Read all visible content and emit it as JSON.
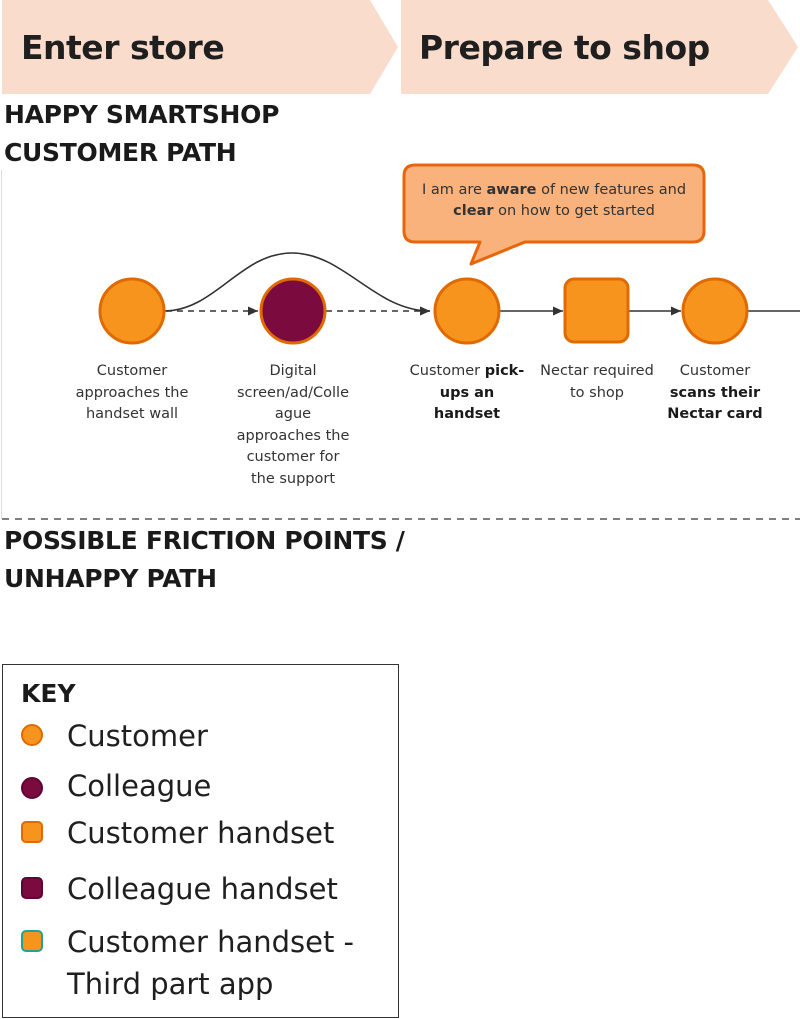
{
  "stages": [
    {
      "label": "Enter store"
    },
    {
      "label": "Prepare to shop"
    }
  ],
  "headings": {
    "happy_path": [
      "HAPPY SMARTSHOP",
      "CUSTOMER PATH"
    ],
    "unhappy_path": [
      "POSSIBLE FRICTION POINTS /",
      "UNHAPPY PATH"
    ]
  },
  "bubble": {
    "line1": {
      "pre": "I am are ",
      "bold": "aware",
      "post": " of new features and"
    },
    "line2": {
      "bold": "clear",
      "post": " on how to get started"
    }
  },
  "nodes": [
    {
      "id": "approach",
      "lines": [
        {
          "text": "Customer"
        },
        {
          "text": "approaches the"
        },
        {
          "text": "handset wall"
        }
      ]
    },
    {
      "id": "digital",
      "lines": [
        {
          "text": "Digital"
        },
        {
          "text": "screen/ad/Colle"
        },
        {
          "text": "ague"
        },
        {
          "text": "approaches the"
        },
        {
          "text": "customer for"
        },
        {
          "text": "the support"
        }
      ]
    },
    {
      "id": "pickup",
      "lines": [
        {
          "pre": "Customer ",
          "bold": "pick-"
        },
        {
          "bold": "ups an"
        },
        {
          "bold": "handset"
        }
      ]
    },
    {
      "id": "nectar",
      "lines": [
        {
          "text": "Nectar required"
        },
        {
          "text": "to shop"
        }
      ]
    },
    {
      "id": "scan",
      "lines": [
        {
          "text": "Customer"
        },
        {
          "bold": "scans their"
        },
        {
          "bold": "Nectar card"
        }
      ]
    }
  ],
  "key": {
    "title": "KEY",
    "items": [
      {
        "label": [
          "Customer"
        ],
        "shape": "circle",
        "fill": "#F7941D",
        "stroke": "#E06A00"
      },
      {
        "label": [
          "Colleague"
        ],
        "shape": "circle",
        "fill": "#7B0A3E",
        "stroke": "#5C0630"
      },
      {
        "label": [
          "Customer handset"
        ],
        "shape": "square",
        "fill": "#F7941D",
        "stroke": "#E06A00"
      },
      {
        "label": [
          "Colleague handset"
        ],
        "shape": "square",
        "fill": "#7B0A3E",
        "stroke": "#5C0630"
      },
      {
        "label": [
          "Customer handset -",
          "Third part app"
        ],
        "shape": "square",
        "fill": "#F7941D",
        "stroke": "#1FA58E"
      }
    ]
  },
  "colors": {
    "stage_bg": "#F9DCCB",
    "customer": "#F7941D",
    "customer_stroke": "#E06A00",
    "colleague": "#7B0A3E",
    "bubble_fill": "#F9B27C",
    "bubble_stroke": "#E8650B",
    "connector": "#333333"
  }
}
